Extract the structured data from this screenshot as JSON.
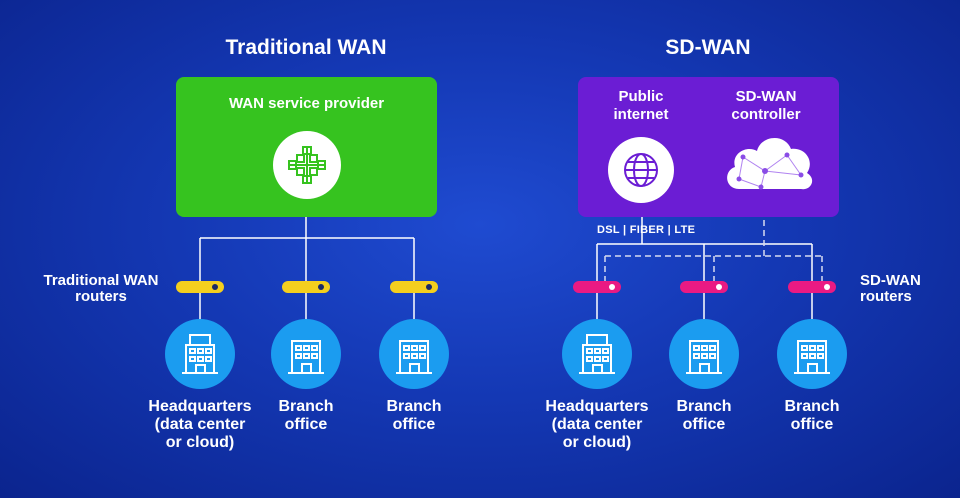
{
  "traditional": {
    "title": "Traditional WAN",
    "provider_label": "WAN service provider",
    "routers_label": "Traditional WAN\nrouters"
  },
  "sdwan": {
    "title": "SD-WAN",
    "internet_label": "Public\ninternet",
    "controller_label": "SD-WAN\ncontroller",
    "connection_label": "DSL | FIBER | LTE",
    "routers_label": "SD-WAN\nrouters"
  },
  "sites": {
    "hq": "Headquarters\n(data center\nor cloud)",
    "branch": "Branch\noffice"
  },
  "colors": {
    "background": "#1438b4",
    "provider_box": "#36c31f",
    "sdwan_box": "#6b1dd4",
    "router_traditional": "#f4cf1e",
    "router_sdwan": "#ea1a83",
    "site_circle": "#1b9cf0"
  }
}
